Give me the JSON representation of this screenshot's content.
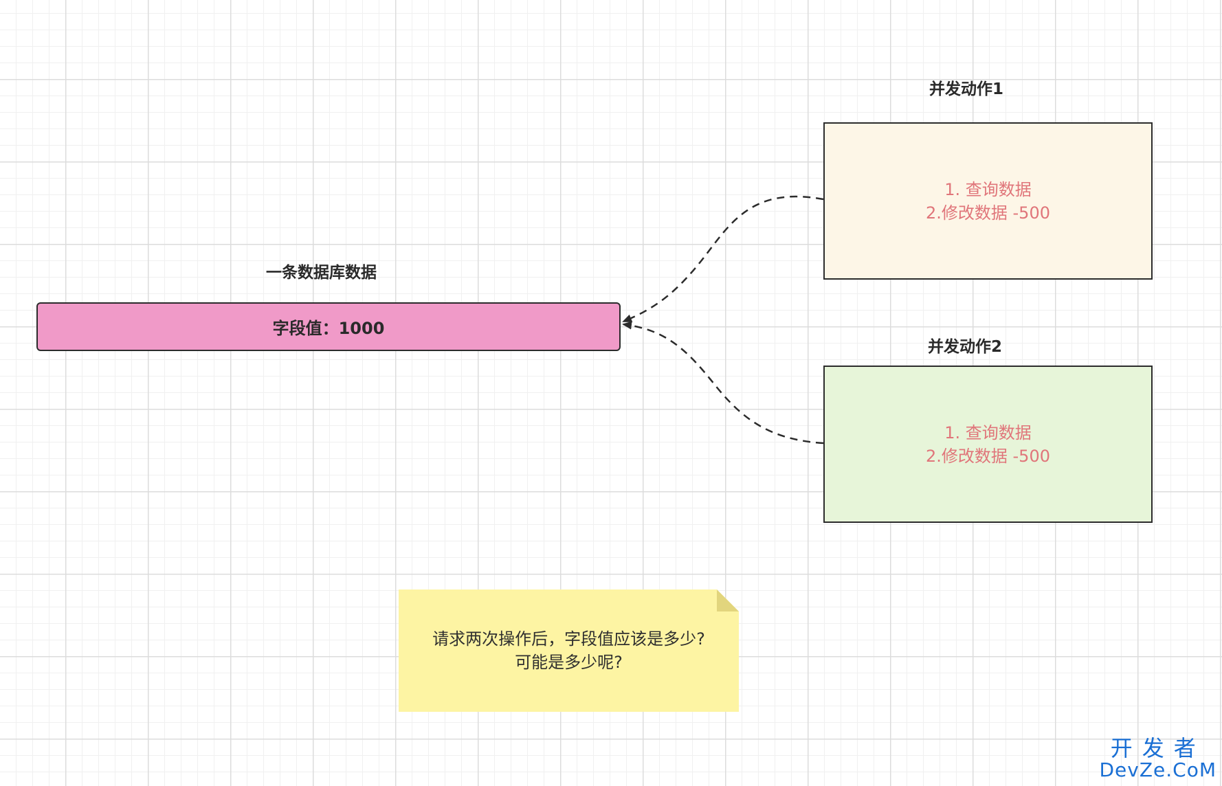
{
  "db_node": {
    "title": "一条数据库数据",
    "field_text": "字段值：1000"
  },
  "actions": [
    {
      "title": "并发动作1",
      "line1": "1. 查询数据",
      "line2": "2.修改数据 -500",
      "fill": "#fdf6e7"
    },
    {
      "title": "并发动作2",
      "line1": "1. 查询数据",
      "line2": "2.修改数据 -500",
      "fill": "#e7f5d9"
    }
  ],
  "note": {
    "line1": "请求两次操作后，字段值应该是多少?",
    "line2": "可能是多少呢?"
  },
  "watermark": {
    "cn": "开发者",
    "en": "DevZe.CoM"
  },
  "colors": {
    "db_fill": "#f09ac8",
    "action_text": "#e0757a",
    "note_fill": "#fdf4a3",
    "watermark": "#1a6fd4"
  }
}
